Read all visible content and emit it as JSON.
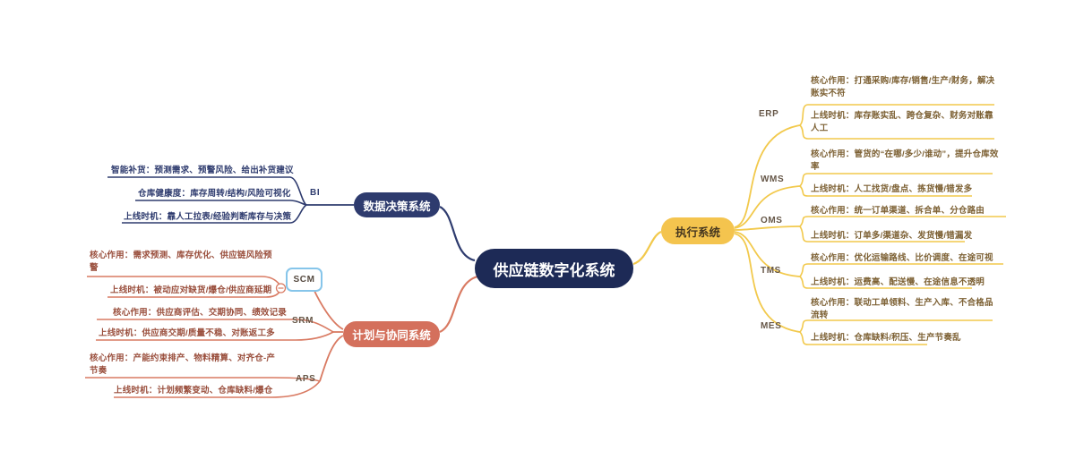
{
  "root": {
    "label": "供应链数字化系统"
  },
  "colors": {
    "navy_center": "#1d2a56",
    "navy": "#2e3b6e",
    "salmon": "#d97a62",
    "salmon_pill": "#d4705c",
    "yellow": "#f2c94c",
    "yellow_pill": "#f4c44e",
    "scm_highlight_border": "#86c5ea"
  },
  "branches": {
    "data_decision": {
      "label": "数据决策系统",
      "groups": [
        {
          "label": "BI",
          "items": [
            "智能补货：预测需求、预警风险、给出补货建议",
            "仓库健康度：库存周转/结构/风险可视化",
            "上线时机：靠人工拉表/经验判断库存与决策"
          ]
        }
      ]
    },
    "planning": {
      "label": "计划与协同系统",
      "groups": [
        {
          "label": "SCM",
          "collapse_glyph": "−",
          "items": [
            "核心作用：需求预测、库存优化、供应链风险预\n警",
            "上线时机：被动应对缺货/爆仓/供应商延期"
          ]
        },
        {
          "label": "SRM",
          "items": [
            "核心作用：供应商评估、交期协同、绩效记录",
            "上线时机：供应商交期/质量不稳、对账返工多"
          ]
        },
        {
          "label": "APS",
          "items": [
            "核心作用：产能约束排产、物料精算、对齐仓-产\n节奏",
            "上线时机：计划频繁变动、仓库缺料/爆仓"
          ]
        }
      ]
    },
    "execution": {
      "label": "执行系统",
      "groups": [
        {
          "label": "ERP",
          "items": [
            "核心作用：打通采购/库存/销售/生产/财务，解决\n账实不符",
            "上线时机：库存账实乱、跨仓复杂、财务对账靠\n人工"
          ]
        },
        {
          "label": "WMS",
          "items": [
            "核心作用：管货的“在哪/多少/谁动”，提升仓库效\n率",
            "上线时机：人工找货/盘点、拣货慢/错发多"
          ]
        },
        {
          "label": "OMS",
          "items": [
            "核心作用：统一订单渠道、拆合单、分仓路由",
            "上线时机：订单多/渠道杂、发货慢/错漏发"
          ]
        },
        {
          "label": "TMS",
          "items": [
            "核心作用：优化运输路线、比价调度、在途可视",
            "上线时机：运费高、配送慢、在途信息不透明"
          ]
        },
        {
          "label": "MES",
          "items": [
            "核心作用：联动工单领料、生产入库、不合格品\n流转",
            "上线时机：仓库缺料/积压、生产节奏乱"
          ]
        }
      ]
    }
  }
}
